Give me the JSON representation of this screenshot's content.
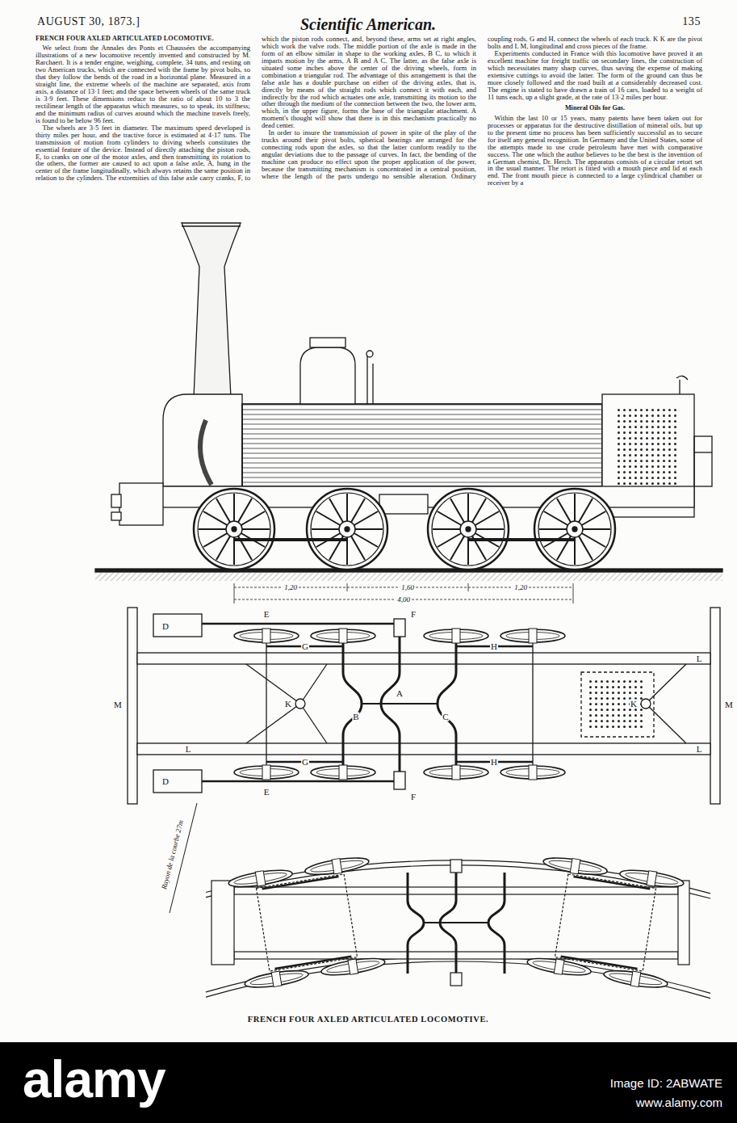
{
  "diagram": {
    "title": "FRENCH FOUR AXLED ARTICULATED LOCOMOTIVE.",
    "caption": "FRENCH FOUR AXLED ARTICULATED LOCOMOTIVE.",
    "labels": [
      "AUGUST 30, 1873.]",
      "Scientific American.",
      "135",
      "We select from the Annales des Ponts et Chaussées the accompanying illustrations of a new locomotive recently invented and constructed by M. Rarchaert. It is a tender engine, weighing, complete, 34 tuns, and resting on two American trucks, which are connected with the frame by pivot bolts, so that they follow the bends of the road in a horizontal plane. Measured in a straight line, the extreme wheels of the machine are separated, axis from axis, a distance of 13·1 feet; and the space between wheels of the same truck is 3·9 feet. These dimensions reduce to the ratio of about 10 to 3 the rectilinear length of the apparatus which measures, so to speak, its stiffness; and the minimum radius of curves around which the machine travels freely, is found to be below 96 feet.",
      "The wheels are 3·5 feet in diameter. The maximum speed developed is thirty miles per hour, and the tractive force is estimated at 4·17 tuns. The transmission of motion from cylinders to driving wheels constitutes the essential feature of the device. Instead of directly attaching the piston rods, E, to cranks on one of the motor axles, and then transmitting its rotation to the others, the former are caused to act upon a false axle, A, hung in the center of the frame longitudinally, which always retains the same position in relation to the cylinders. The extremities of this false axle carry cranks, F, to which the piston rods connect, and, beyond these, arms set at right angles, which work the valve rods. The middle portion of the axle is made in the form of an elbow similar in shape to the working axles, B C, to which it imparts motion by the arms, A B and A C. The latter, as the false axle is situated some inches above the center of the driving wheels, form in combination a triangular rod. The advantage of this arrangement is that the false axle has a double purchase on either of the driving axles, that is, directly by means of the straight rods which connect it with each, and indirectly by the rod which actuates one axle, transmitting its motion to the other through the medium of the connection between the two, the lower arm, which, in the upper figure, forms the base of the triangular attachment. A moment's thought will show that there is in this mechanism practically no dead center.",
      "In order to insure the transmission of power in spite of the play of the trucks around their pivot bolts, spherical bearings are arranged for the connecting rods upon the axles, so that the latter conform readily to the angular deviations due to the passage of curves. In fact, the bending of the machine can produce no effect upon the proper application of the power, because the transmitting mechanism is concentrated in a central position, where the length of the parts undergo no sensible alteration. Ordinary coupling rods, G and H, connect the wheels of each truck. K K are the pivot bolts and L M, longitudinal and cross pieces of the frame.",
      "Experiments conducted in France with this locomotive have proved it an excellent machine for freight traffic on secondary lines, the construction of which necessitates many sharp curves, thus saving the expense of making extensive cuttings to avoid the latter. The form of the ground can thus be more closely followed and the road built at a considerably decreased cost. The engine is stated to have drawn a train of 16 cars, loaded to a weight of 11 tuns each, up a slight grade, at the rate of 13·2 miles per hour.",
      "Mineral Oils for Gas.",
      "Within the last 10 or 15 years, many patents have been taken out for processes or apparatus for the destructive distillation of mineral oils, but up to the present time no process has been sufficiently successful as to secure for itself any general recognition. In Germany and the United States, some of the attempts made to use crude petroleum have met with comparative success. The one which the author believes to be the best is the invention of a German chemist, Dr. Herch. The apparatus consists of a circular retort set in the usual manner. The retort is fitted with a mouth piece and lid at each end. The front mouth piece is connected to a large cylindrical chamber or receiver by a",
      "1,20",
      "1,60",
      "1,20",
      "4,00",
      "D",
      "E",
      "F",
      "G",
      "H",
      "L",
      "M",
      "K",
      "B",
      "A",
      "C",
      "K",
      "M",
      "L",
      "G",
      "L",
      "D",
      "E",
      "F",
      "H",
      "Rayon de la courbe 27m",
      "alamy",
      "Image ID: 2ABWATE",
      "www.alamy.com"
    ]
  }
}
